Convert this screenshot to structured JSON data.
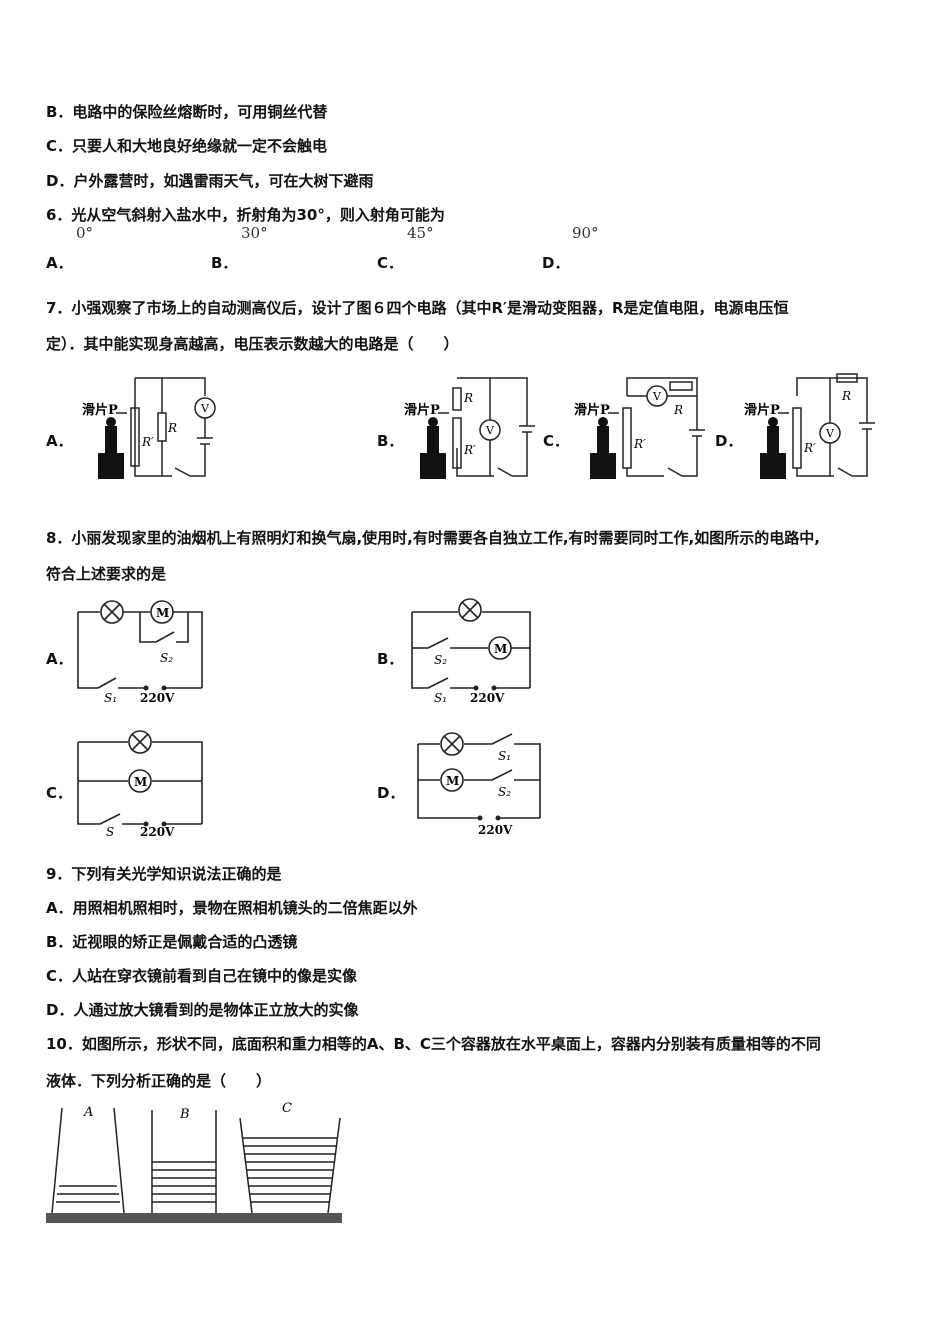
{
  "lines": {
    "b_fuse": "B．电路中的保险丝熔断时，可用铜丝代替",
    "c_insulate": "C．只要人和大地良好绝缘就一定不会触电",
    "d_thunder": "D．户外露营时，如遇雷雨天气，可在大树下避雨",
    "q6": "6．光从空气斜射入盐水中，折射角为30°，则入射角可能为",
    "q7_a": "7．小强观察了市场上的自动测高仪后，设计了图６四个电路（其中R′是滑动变阻器，R是定值电阻，电源电压恒",
    "q7_b": "定）．其中能实现身高越高，电压表示数越大的电路是（　　）",
    "q8_a": "8．小丽发现家里的油烟机上有照明灯和换气扇,使用时,有时需要各自独立工作,有时需要同时工作,如图所示的电路中,",
    "q8_b": "符合上述要求的是",
    "q9": "9．下列有关光学知识说法正确的是",
    "q9_a": "A．用照相机照相时，景物在照相机镜头的二倍焦距以外",
    "q9_b": "B．近视眼的矫正是佩戴合适的凸透镜",
    "q9_c": "C．人站在穿衣镜前看到自己在镜中的像是实像",
    "q9_d": "D．人通过放大镜看到的是物体正立放大的实像",
    "q10_a": "10．如图所示，形状不同，底面积和重力相等的A、B、C三个容器放在水平桌面上，容器内分别装有质量相等的不同",
    "q10_b": "液体．下列分析正确的是（　　）"
  },
  "q6_options": [
    {
      "letter": "A．",
      "value": "0°"
    },
    {
      "letter": "B．",
      "value": "30°"
    },
    {
      "letter": "C．",
      "value": "45°"
    },
    {
      "letter": "D．",
      "value": "90°"
    }
  ],
  "q7_labels": {
    "a": "A．",
    "b": "B．",
    "c": "C．",
    "d": "D．",
    "slider": "滑片P",
    "r": "R",
    "rp": "R′",
    "v": "V"
  },
  "q8_labels": {
    "a": "A．",
    "b": "B．",
    "c": "C．",
    "d": "D．",
    "s": "S",
    "s1": "S₁",
    "s2": "S₂",
    "volt": "220V",
    "m": "M"
  },
  "q10_labels": {
    "a": "A",
    "b": "B",
    "c": "C"
  }
}
